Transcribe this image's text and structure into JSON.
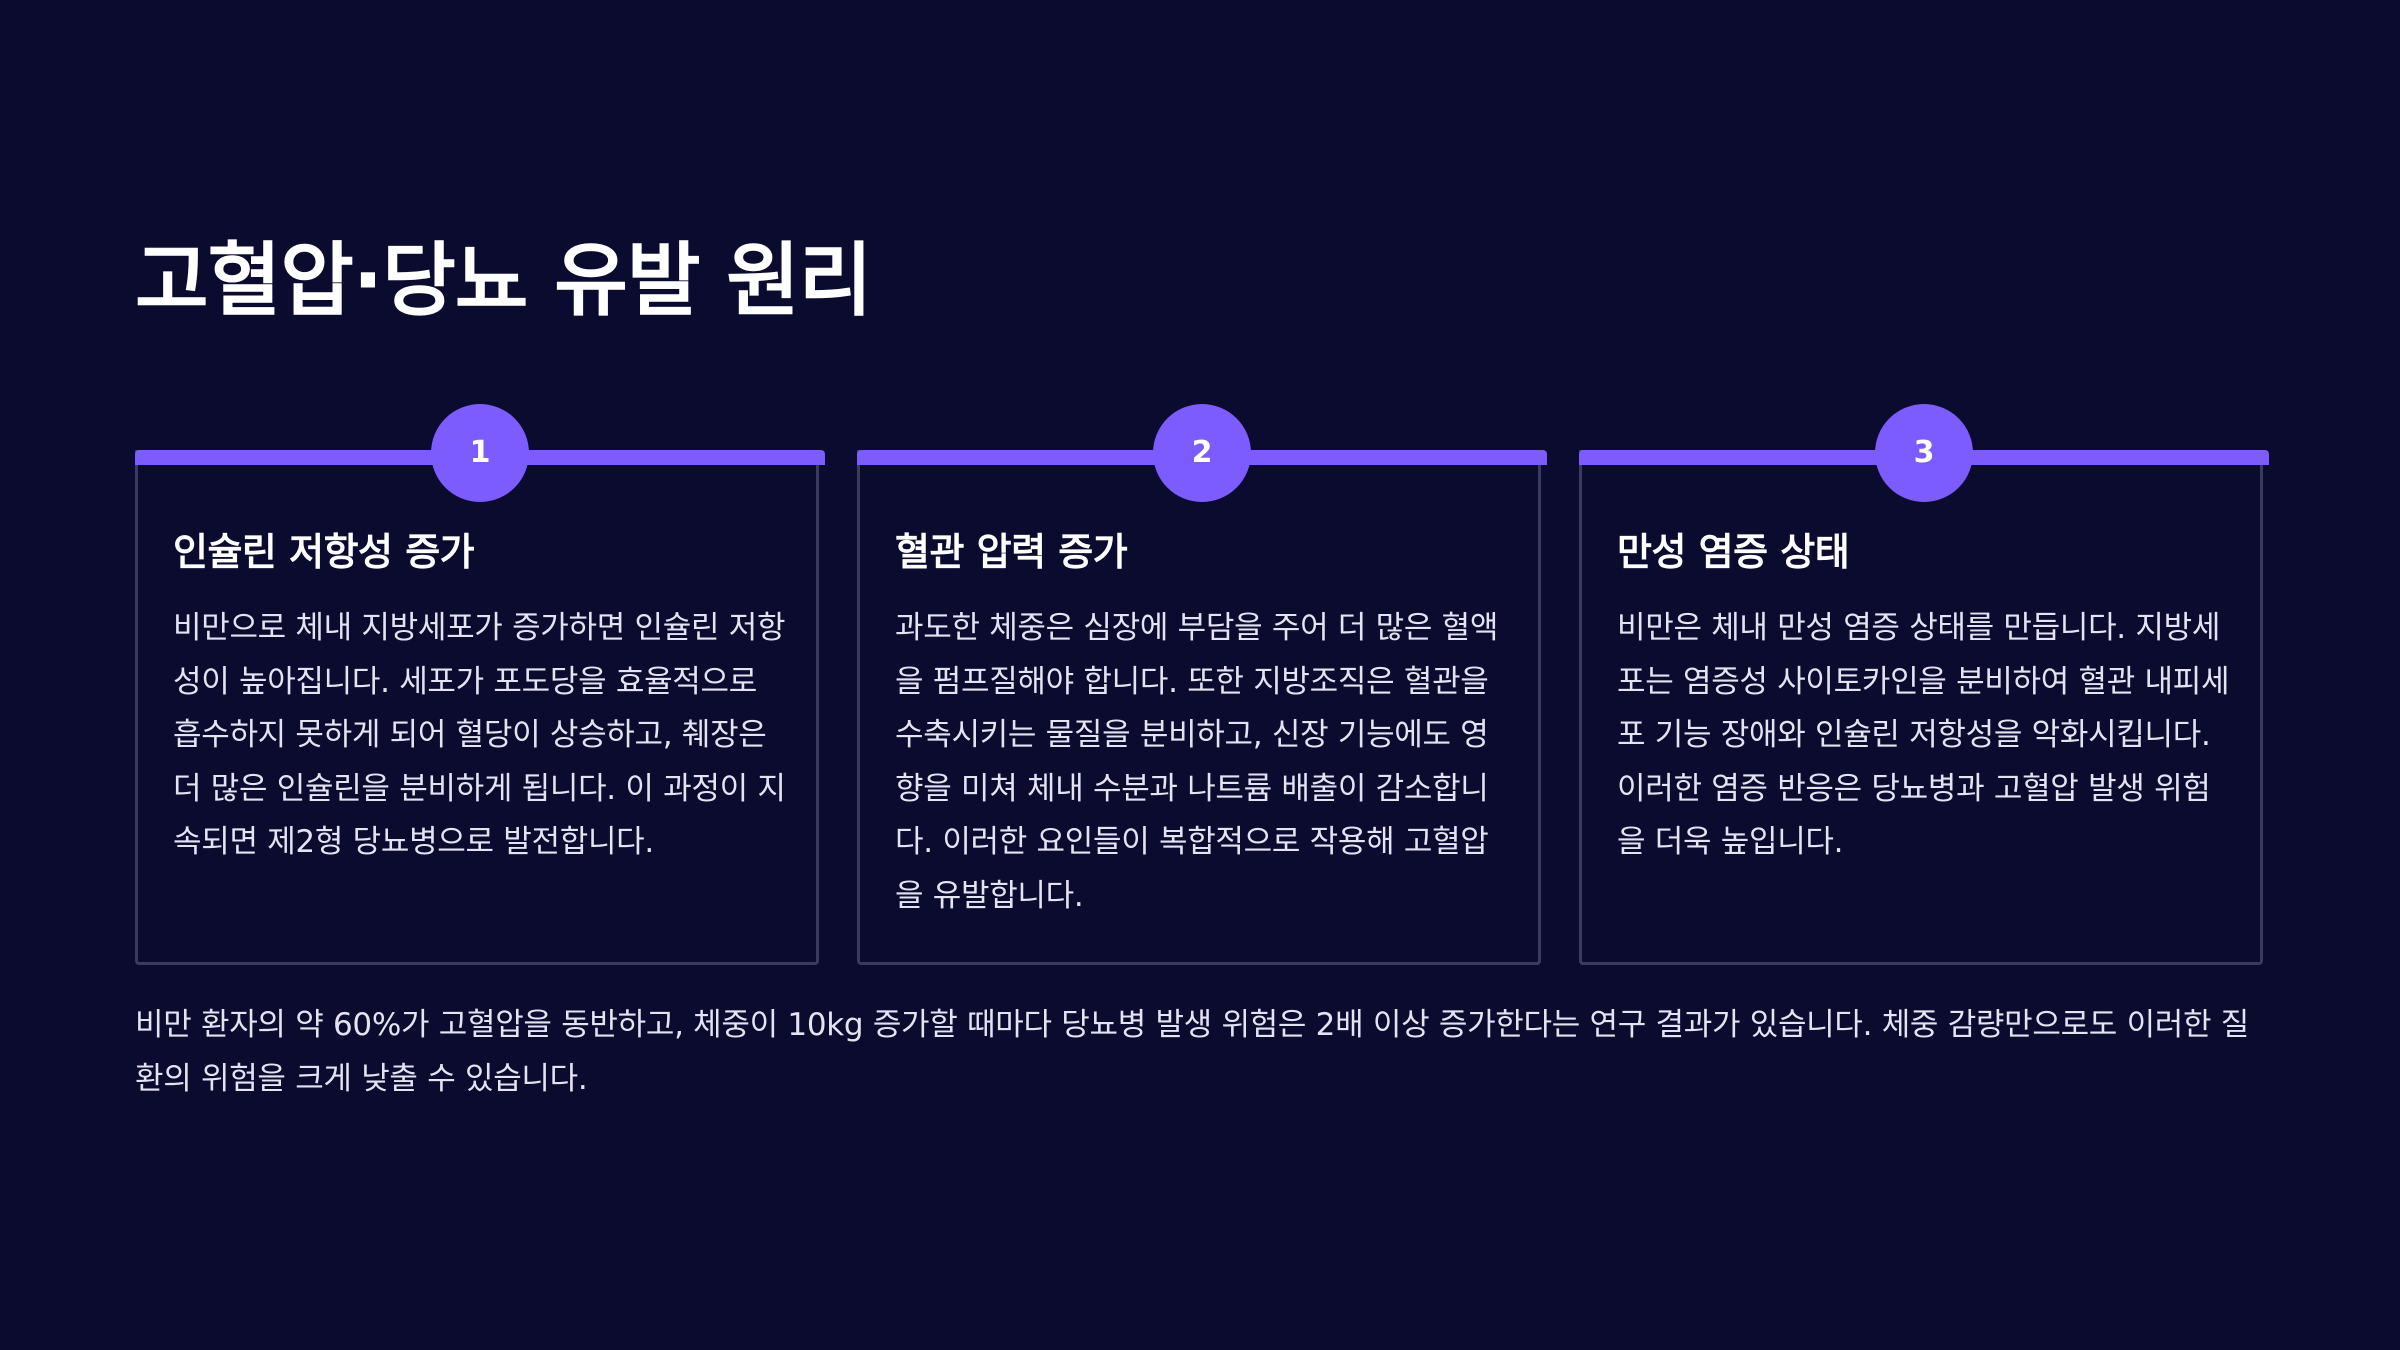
{
  "slide": {
    "title": "고혈압·당뇨 유발 원리",
    "cards": [
      {
        "number": "1",
        "title": "인슐린 저항성 증가",
        "body": "비만으로 체내 지방세포가 증가하면 인슐린 저항성이 높아집니다. 세포가 포도당을 효율적으로 흡수하지 못하게 되어 혈당이 상승하고, 췌장은 더 많은 인슐린을 분비하게 됩니다. 이 과정이 지속되면 제2형 당뇨병으로 발전합니다."
      },
      {
        "number": "2",
        "title": "혈관 압력 증가",
        "body": "과도한 체중은 심장에 부담을 주어 더 많은 혈액을 펌프질해야 합니다. 또한 지방조직은 혈관을 수축시키는 물질을 분비하고, 신장 기능에도 영향을 미쳐 체내 수분과 나트륨 배출이 감소합니다. 이러한 요인들이 복합적으로 작용해 고혈압을 유발합니다."
      },
      {
        "number": "3",
        "title": "만성 염증 상태",
        "body": "비만은 체내 만성 염증 상태를 만듭니다. 지방세포는 염증성 사이토카인을 분비하여 혈관 내피세포 기능 장애와 인슐린 저항성을 악화시킵니다. 이러한 염증 반응은 당뇨병과 고혈압 발생 위험을 더욱 높입니다."
      }
    ],
    "footer": "비만 환자의 약 60%가 고혈압을 동반하고, 체중이 10kg 증가할 때마다 당뇨병 발생 위험은 2배 이상 증가한다는 연구 결과가 있습니다. 체중 감량만으로도 이러한 질환의 위험을 크게 낮출 수 있습니다."
  },
  "colors": {
    "background": "#0b0a2f",
    "accent": "#7c5cff",
    "card_border": "#3a3960",
    "text": "#e4e3f2",
    "heading": "#ffffff"
  }
}
